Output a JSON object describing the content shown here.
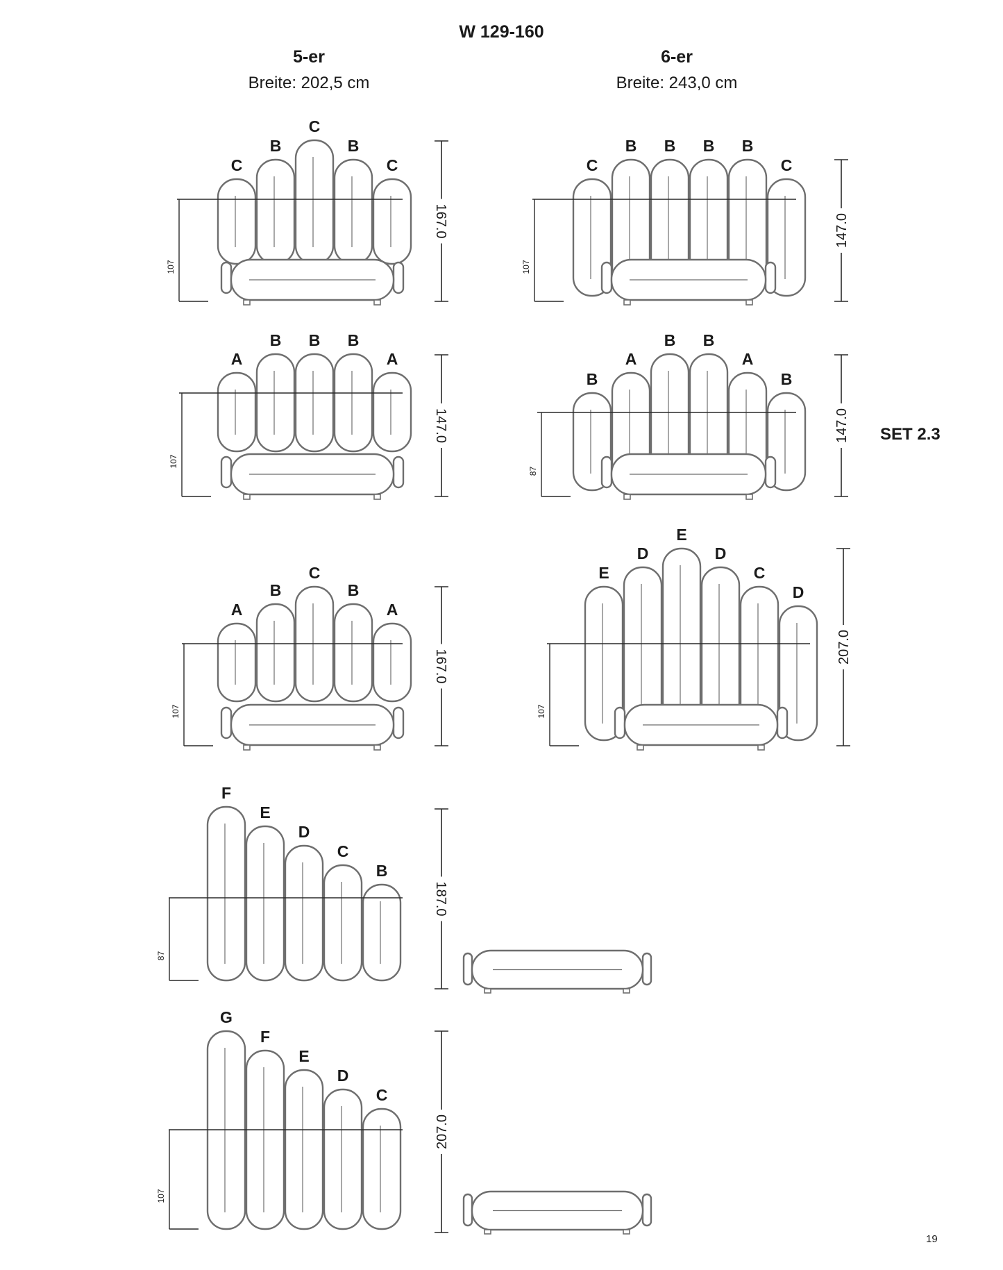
{
  "header": {
    "title": "W 129-160",
    "columns": [
      {
        "name": "5-er",
        "width_label": "Breite: 202,5 cm"
      },
      {
        "name": "6-er",
        "width_label": "Breite: 243,0 cm"
      }
    ]
  },
  "set_label": "SET 2.3",
  "page_number": "19",
  "colors": {
    "outline": "#6e6e6e",
    "dimension": "#2a2a2a",
    "text": "#1a1a1a"
  },
  "diagrams": [
    {
      "id": "5er-row1",
      "letters": [
        "C",
        "B",
        "C",
        "B",
        "C"
      ],
      "total_height": "167.0",
      "seat_height": "107"
    },
    {
      "id": "6er-row1",
      "letters": [
        "C",
        "B",
        "B",
        "B",
        "B",
        "C"
      ],
      "total_height": "147.0",
      "seat_height": "107"
    },
    {
      "id": "5er-row2",
      "letters": [
        "A",
        "B",
        "B",
        "B",
        "A"
      ],
      "total_height": "147.0",
      "seat_height": "107"
    },
    {
      "id": "6er-row2",
      "letters": [
        "B",
        "A",
        "B",
        "B",
        "A",
        "B"
      ],
      "total_height": "147.0",
      "seat_height": "87"
    },
    {
      "id": "5er-row3",
      "letters": [
        "A",
        "B",
        "C",
        "B",
        "A"
      ],
      "total_height": "167.0",
      "seat_height": "107"
    },
    {
      "id": "6er-row3",
      "letters": [
        "E",
        "D",
        "E",
        "D",
        "C",
        "D"
      ],
      "total_height": "207.0",
      "seat_height": "107"
    },
    {
      "id": "5er-row4",
      "letters": [
        "F",
        "E",
        "D",
        "C",
        "B"
      ],
      "total_height": "187.0",
      "seat_height": "87"
    },
    {
      "id": "5er-row5",
      "letters": [
        "G",
        "F",
        "E",
        "D",
        "C"
      ],
      "total_height": "207.0",
      "seat_height": "107"
    }
  ]
}
